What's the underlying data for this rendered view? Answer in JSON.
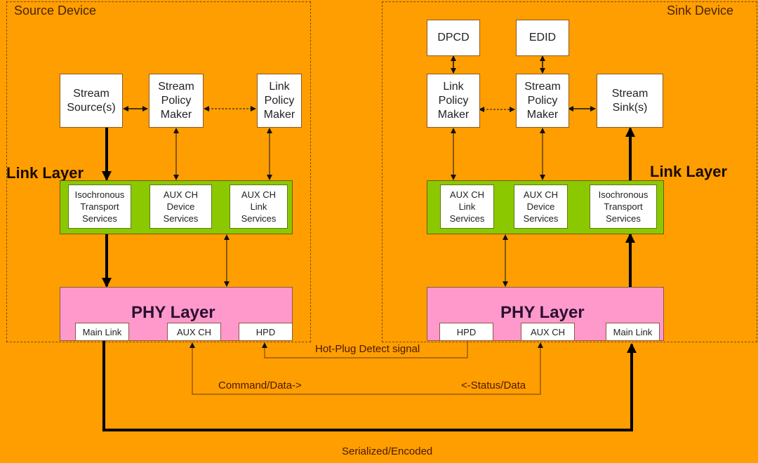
{
  "source": {
    "title": "Source Device",
    "stream_source": "Stream\nSource(s)",
    "stream_policy_maker": "Stream\nPolicy\nMaker",
    "link_policy_maker": "Link\nPolicy\nMaker",
    "link_layer_label": "Link Layer",
    "services": [
      "Isochronous\nTransport\nServices",
      "AUX CH\nDevice\nServices",
      "AUX CH\nLink\nServices"
    ],
    "phy_label": "PHY Layer",
    "ports": [
      "Main Link",
      "AUX CH",
      "HPD"
    ]
  },
  "sink": {
    "title": "Sink Device",
    "dpcd": "DPCD",
    "edid": "EDID",
    "link_policy_maker": "Link\nPolicy\nMaker",
    "stream_policy_maker": "Stream\nPolicy\nMaker",
    "stream_sink": "Stream\nSink(s)",
    "link_layer_label": "Link Layer",
    "services": [
      "AUX CH\nLink\nServices",
      "AUX CH\nDevice\nServices",
      "Isochronous\nTransport\nServices"
    ],
    "phy_label": "PHY Layer",
    "ports": [
      "HPD",
      "AUX CH",
      "Main Link"
    ]
  },
  "signals": {
    "hpd": "Hot-Plug Detect signal",
    "command": "Command/Data->",
    "status": "<-Status/Data",
    "serialized": "Serialized/Encoded"
  }
}
